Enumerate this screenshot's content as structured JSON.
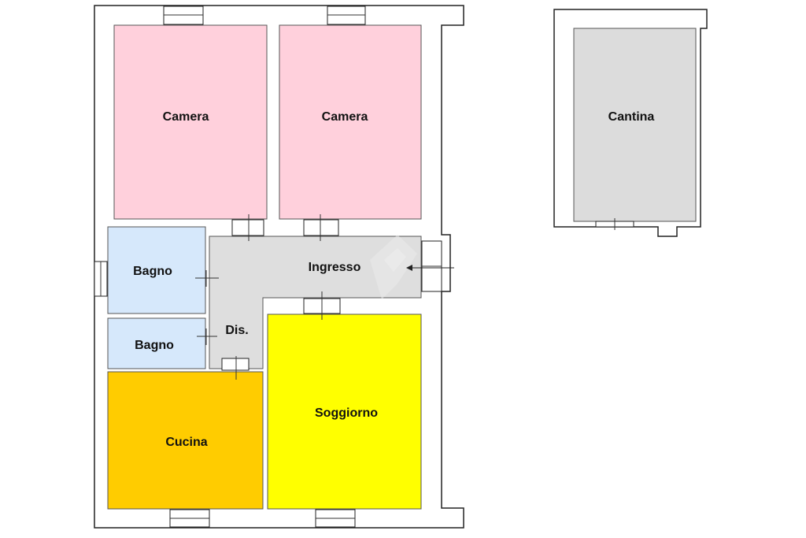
{
  "plan": {
    "colors": {
      "camera": "#ffd0dc",
      "bagno": "#d6e8fb",
      "ingresso": "#dedede",
      "cucina": "#ffcc00",
      "soggiorno": "#ffff00",
      "cantina": "#dcdcdc",
      "wall": "#222222"
    },
    "rooms": {
      "camera_left": "Camera",
      "camera_right": "Camera",
      "bagno_top": "Bagno",
      "bagno_bottom": "Bagno",
      "ingresso": "Ingresso",
      "disimpegno": "Dis.",
      "cucina": "Cucina",
      "soggiorno": "Soggiorno",
      "cantina": "Cantina"
    },
    "icons": {
      "entrance": "entrance-arrow-icon",
      "watermark": "watermark-logo-icon"
    }
  }
}
